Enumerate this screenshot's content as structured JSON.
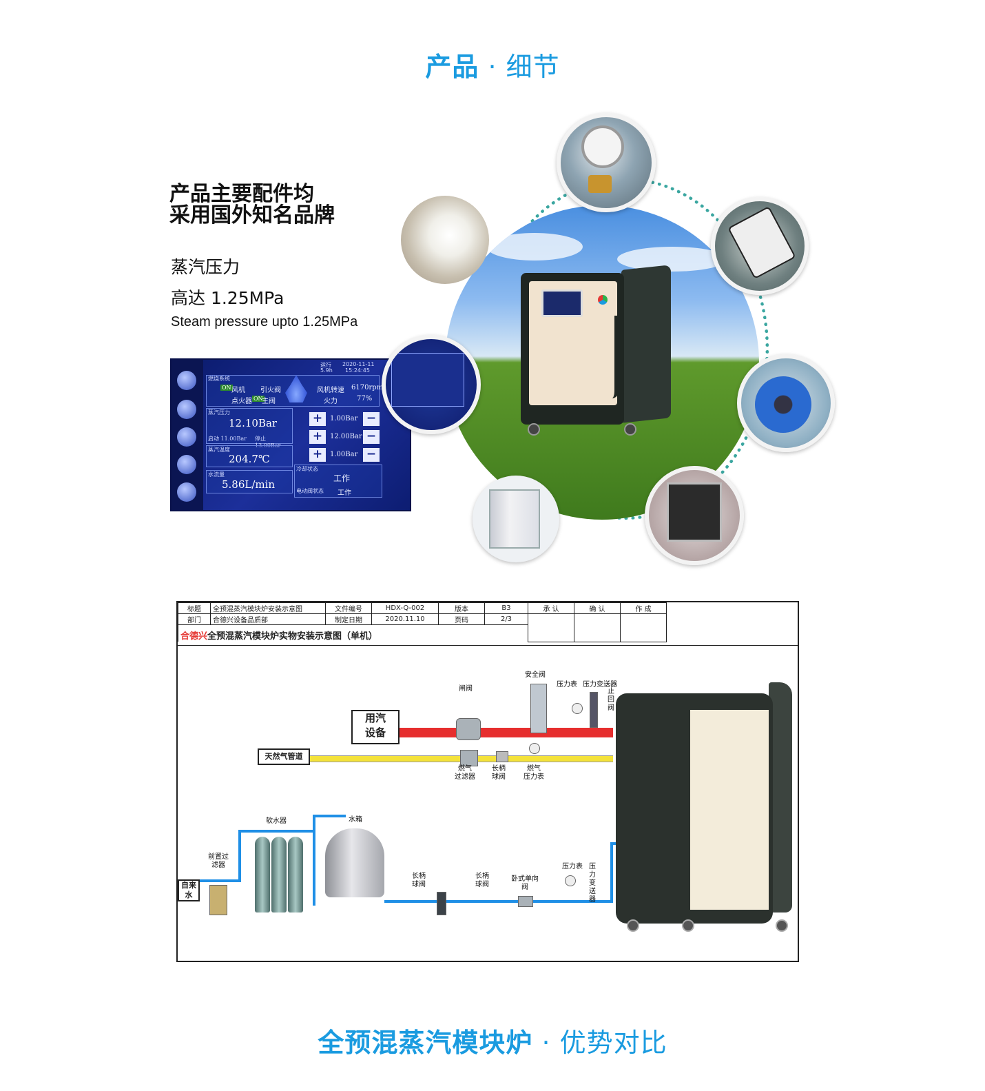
{
  "page": {
    "title_main": "产品",
    "title_sep": "·",
    "title_tail": "细节",
    "footer_main": "全预混蒸汽模块炉",
    "footer_sep": "·",
    "footer_tail": "优势对比"
  },
  "feature": {
    "headline_1": "产品主要配件均",
    "headline_2": "采用国外知名品牌",
    "line_1": "蒸汽压力",
    "line_2": "高达 1.25MPa",
    "line_3": "Steam pressure  upto 1.25MPa"
  },
  "screen": {
    "top_left": "运行",
    "top_left_2": "5.9h",
    "date": "2020-11-11",
    "time": "15:24:45",
    "system_label": "燃烧系统",
    "fan_tag": "ON",
    "fan": "风机",
    "pilot_valve": "引火阀",
    "igniter": "点火器",
    "main_tag": "ON",
    "main_valve": "主阀",
    "fan_speed_label": "风机转速",
    "fan_speed": "6170rpm",
    "fire_label": "火力",
    "fire": "77%",
    "pressure_label": "蒸汽压力",
    "pressure": "12.10Bar",
    "start_label": "启动 11.00Bar",
    "stop_label": "停止 13.00Bar",
    "temp_label": "蒸汽温度",
    "temp": "204.7℃",
    "flow_label": "水流量",
    "flow": "5.86L/min",
    "set1": "1.00Bar",
    "set2": "12.00Bar",
    "set3": "1.00Bar",
    "state_label": "冷却状态",
    "state": "工作",
    "valve_state_label": "电动阀状态",
    "valve_state": "工作",
    "plus": "+",
    "minus": "−"
  },
  "diagram": {
    "header": {
      "r1": [
        "标题",
        "全预混蒸汽模块炉安装示意图",
        "文件编号",
        "HDX-Q-002",
        "版本",
        "B3",
        "承 认",
        "确 认",
        "作 成"
      ],
      "r2": [
        "部门",
        "合德兴设备品质部",
        "制定日期",
        "2020.11.10",
        "页码",
        "2/3"
      ]
    },
    "subtitle_brand": "合德兴",
    "subtitle_rest": "全预混蒸汽模块炉实物安装示意图（单机）",
    "labels": {
      "steam_device": "用汽\n设备",
      "gas_pipe": "天然气管道",
      "gate_valve": "闸阀",
      "safety_valve": "安全阀",
      "pressure_gauge": "压力表",
      "pressure_transmitter": "压力变送器",
      "check_valve": "止\n回\n阀",
      "gas_filter": "燃气\n过滤器",
      "ball_valve": "长柄\n球阀",
      "gas_gauge": "燃气\n压力表",
      "softener": "软水器",
      "water_tank": "水箱",
      "prefilter": "前置过\n滤器",
      "tap_water": "自来\n水",
      "ball_valve_2": "长柄\n球阀",
      "ball_valve_3": "长柄\n球阀",
      "horizontal_check": "卧式单向\n阀",
      "pressure_gauge_2": "压力表",
      "pressure_transmitter_2": "压力变送器"
    }
  },
  "colors": {
    "accent": "#1a9be0",
    "steam_pipe": "#e62e2e",
    "gas_pipe": "#f4e23a",
    "water_pipe": "#1f8fe6",
    "brand_red": "#e53935"
  }
}
